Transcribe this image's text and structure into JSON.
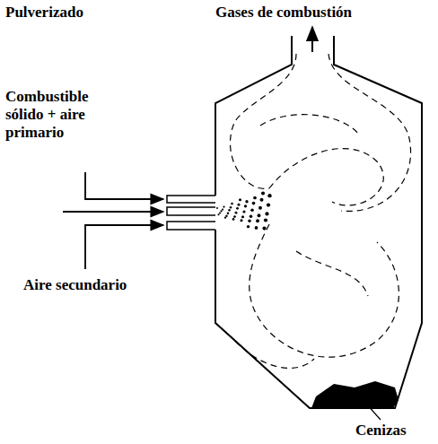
{
  "diagram": {
    "title": "Pulverizado",
    "labels": [
      "Gases de combustión",
      "Combustible sólido + aire primario",
      "Aire secundario",
      "Cenizas"
    ]
  }
}
